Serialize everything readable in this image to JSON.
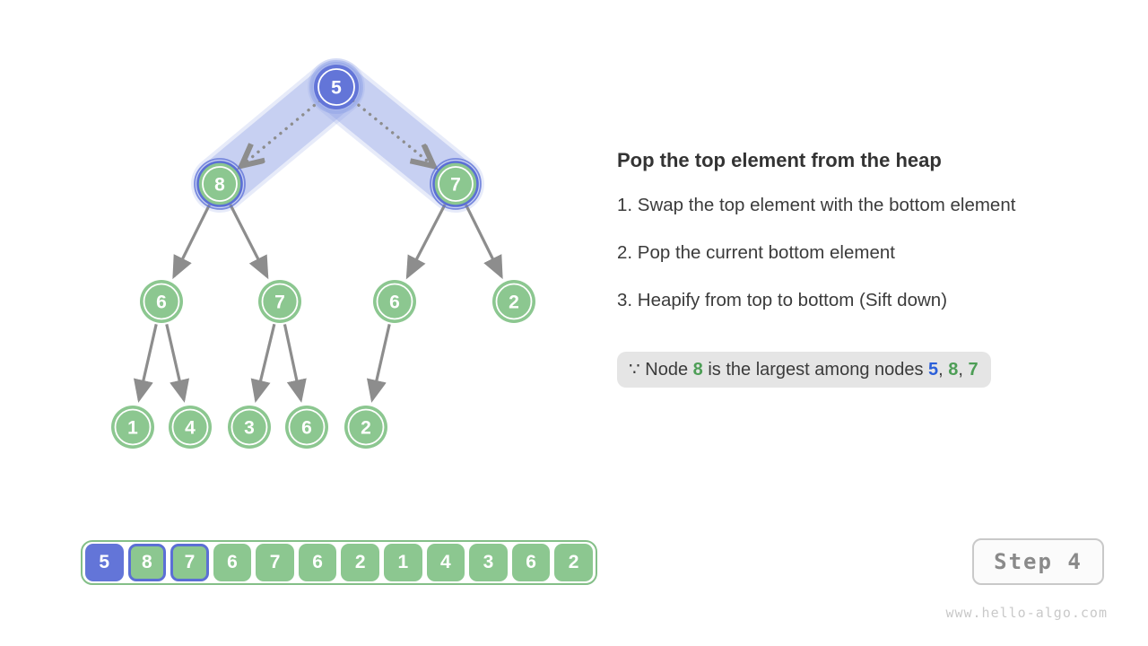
{
  "colors": {
    "node_blue": "#6375d8",
    "node_green": "#8cc790",
    "highlight_ring_blue": "#5b6fd5",
    "band_blue": "#94a6e8",
    "arrow_gray": "#8d8d8d",
    "text_dark": "#3b3b3b",
    "text_blue": "#2b5fd9",
    "text_green": "#4d9e56",
    "note_bg": "#e5e5e5",
    "array_border_green": "#84bf88"
  },
  "tree": {
    "nodes": [
      {
        "value": "5",
        "style": "blue"
      },
      {
        "value": "8",
        "style": "green-highlight"
      },
      {
        "value": "7",
        "style": "green-highlight"
      },
      {
        "value": "6",
        "style": "green"
      },
      {
        "value": "7",
        "style": "green"
      },
      {
        "value": "6",
        "style": "green"
      },
      {
        "value": "2",
        "style": "green"
      },
      {
        "value": "1",
        "style": "green"
      },
      {
        "value": "4",
        "style": "green"
      },
      {
        "value": "3",
        "style": "green"
      },
      {
        "value": "6",
        "style": "green"
      },
      {
        "value": "2",
        "style": "green"
      }
    ],
    "solid_edges": [
      [
        1,
        3
      ],
      [
        1,
        4
      ],
      [
        2,
        5
      ],
      [
        2,
        6
      ],
      [
        3,
        7
      ],
      [
        3,
        8
      ],
      [
        4,
        9
      ],
      [
        4,
        10
      ],
      [
        5,
        11
      ]
    ],
    "dotted_edges": [
      [
        0,
        1
      ],
      [
        0,
        2
      ]
    ],
    "highlight_bands": [
      [
        0,
        1
      ],
      [
        0,
        2
      ]
    ]
  },
  "panel": {
    "title": "Pop the top element from the heap",
    "steps": [
      "1. Swap the top element with the bottom element",
      "2. Pop the current bottom element",
      "3. Heapify from top to bottom (Sift down)"
    ],
    "note": {
      "segments": [
        {
          "text": "∵ Node ",
          "style": "plain"
        },
        {
          "text": "8",
          "style": "green"
        },
        {
          "text": " is the largest among nodes ",
          "style": "plain"
        },
        {
          "text": "5",
          "style": "blue"
        },
        {
          "text": ", ",
          "style": "plain"
        },
        {
          "text": "8",
          "style": "green"
        },
        {
          "text": ", ",
          "style": "plain"
        },
        {
          "text": "7",
          "style": "green"
        }
      ]
    }
  },
  "array": {
    "values": [
      "5",
      "8",
      "7",
      "6",
      "7",
      "6",
      "2",
      "1",
      "4",
      "3",
      "6",
      "2"
    ],
    "styles": [
      "blue",
      "green-border",
      "green-border",
      "green",
      "green",
      "green",
      "green",
      "green",
      "green",
      "green",
      "green",
      "green"
    ]
  },
  "step_label": "Step 4",
  "watermark": "www.hello-algo.com"
}
